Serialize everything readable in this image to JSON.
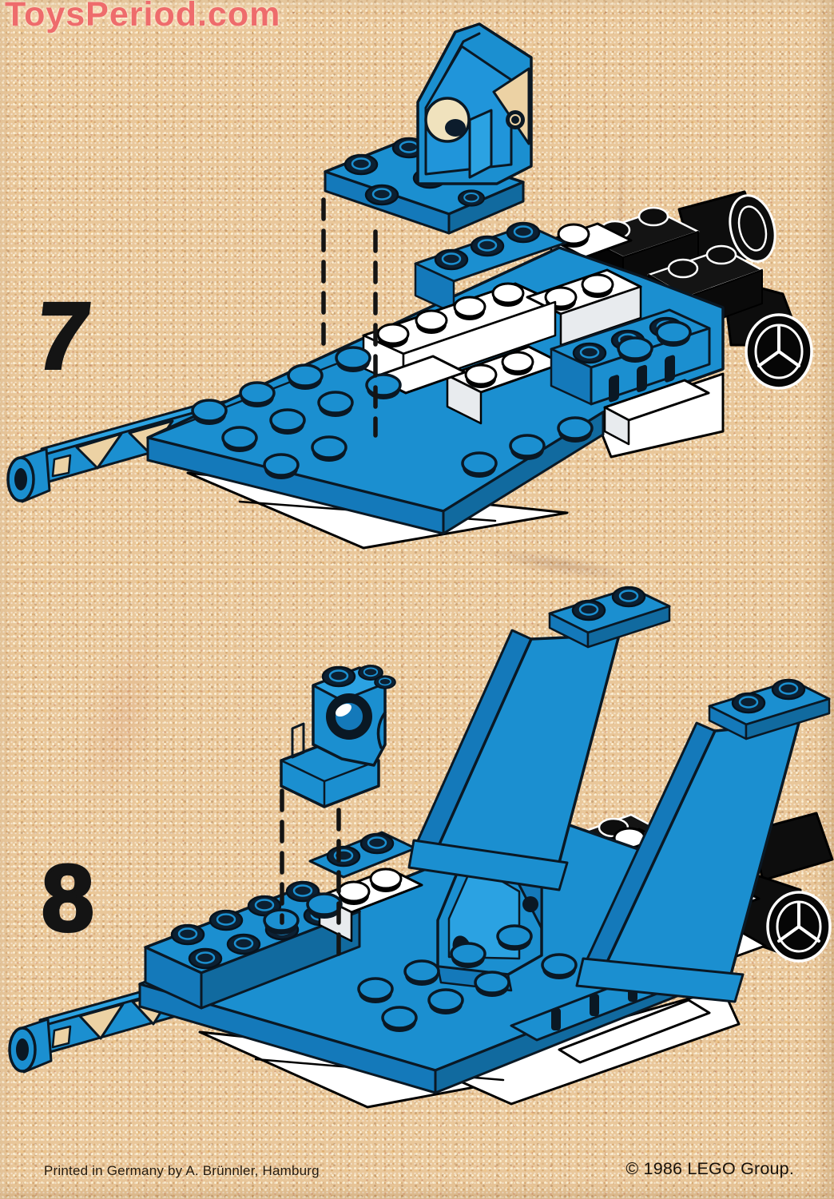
{
  "page": {
    "watermark": "ToysPeriod.com",
    "footer": {
      "printed_note": "Printed in Germany by A. Brünnler, Hamburg",
      "copyright": "© 1986 LEGO Group."
    }
  },
  "steps": [
    {
      "number": "7"
    },
    {
      "number": "8"
    }
  ],
  "colors": {
    "paper_tan": "#e9c79a",
    "brick_blue": "#1b8fd0",
    "brick_blue_light": "#2ba2e2",
    "brick_blue_dark": "#1479ba",
    "outline_navy": "#0a1824",
    "piece_white": "#ffffff",
    "piece_black": "#0d0d0d",
    "watermark_red": "#ee6c6c",
    "step_number_black": "#141414",
    "footer_text": "#241b10"
  }
}
